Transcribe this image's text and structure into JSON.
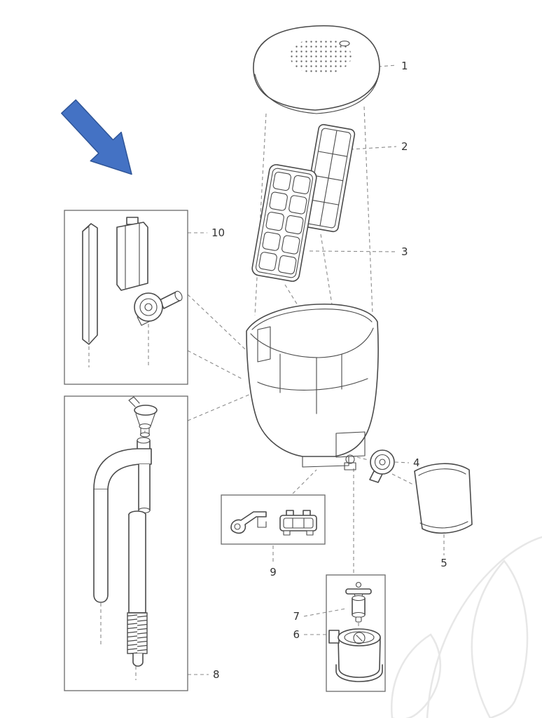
{
  "diagram": {
    "type": "exploded-parts-diagram",
    "parts": [
      {
        "number": "1"
      },
      {
        "number": "2"
      },
      {
        "number": "3"
      },
      {
        "number": "4"
      },
      {
        "number": "5"
      },
      {
        "number": "6"
      },
      {
        "number": "7"
      },
      {
        "number": "8"
      },
      {
        "number": "9"
      },
      {
        "number": "10"
      }
    ],
    "arrow": {
      "fill": "#4472c4",
      "stroke": "#2f5597"
    },
    "colors": {
      "line": "#4a4a4a",
      "dash": "#8a8a8a",
      "watermark": "#e7e7e7",
      "background": "#ffffff"
    }
  }
}
